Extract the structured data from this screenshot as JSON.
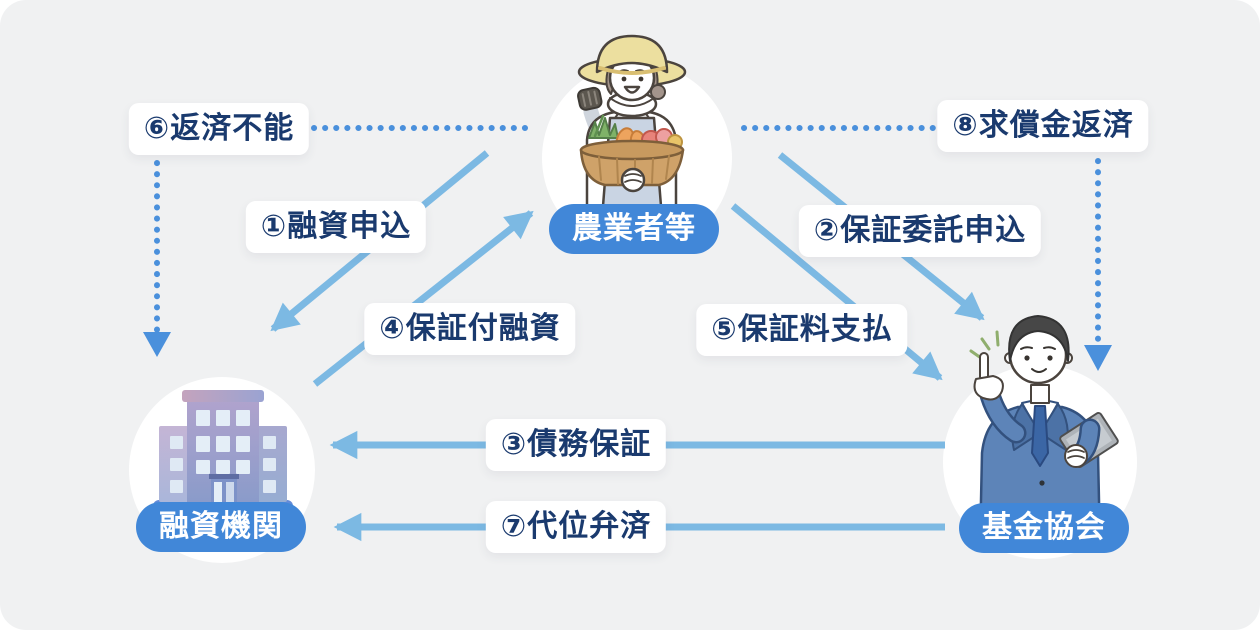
{
  "colors": {
    "panel_bg": "#f0f1f2",
    "label_bg": "#ffffff",
    "label_text": "#1a3a6e",
    "solid_arrow": "#7cb9e3",
    "dotted_arrow": "#4a90dc",
    "badge_bg": "#4187d8",
    "badge_text": "#ffffff"
  },
  "entities": {
    "farmer": {
      "label": "農業者等",
      "icon": "farmer-with-vegetable-basket-icon"
    },
    "lender": {
      "label": "融資機関",
      "icon": "bank-building-icon"
    },
    "fund": {
      "label": "基金協会",
      "icon": "businessman-with-tablet-icon"
    }
  },
  "flows": [
    {
      "label": "①融資申込",
      "from": "農業者等",
      "to": "融資機関",
      "line": "solid"
    },
    {
      "label": "②保証委託申込",
      "from": "農業者等",
      "to": "基金協会",
      "line": "solid"
    },
    {
      "label": "③債務保証",
      "from": "基金協会",
      "to": "融資機関",
      "line": "solid"
    },
    {
      "label": "④保証付融資",
      "from": "融資機関",
      "to": "農業者等",
      "line": "solid"
    },
    {
      "label": "⑤保証料支払",
      "from": "農業者等",
      "to": "基金協会",
      "line": "solid"
    },
    {
      "label": "⑥返済不能",
      "from": "農業者等",
      "to": "融資機関",
      "line": "dotted"
    },
    {
      "label": "⑦代位弁済",
      "from": "基金協会",
      "to": "融資機関",
      "line": "solid"
    },
    {
      "label": "⑧求償金返済",
      "from": "農業者等",
      "to": "基金協会",
      "line": "dotted"
    }
  ]
}
